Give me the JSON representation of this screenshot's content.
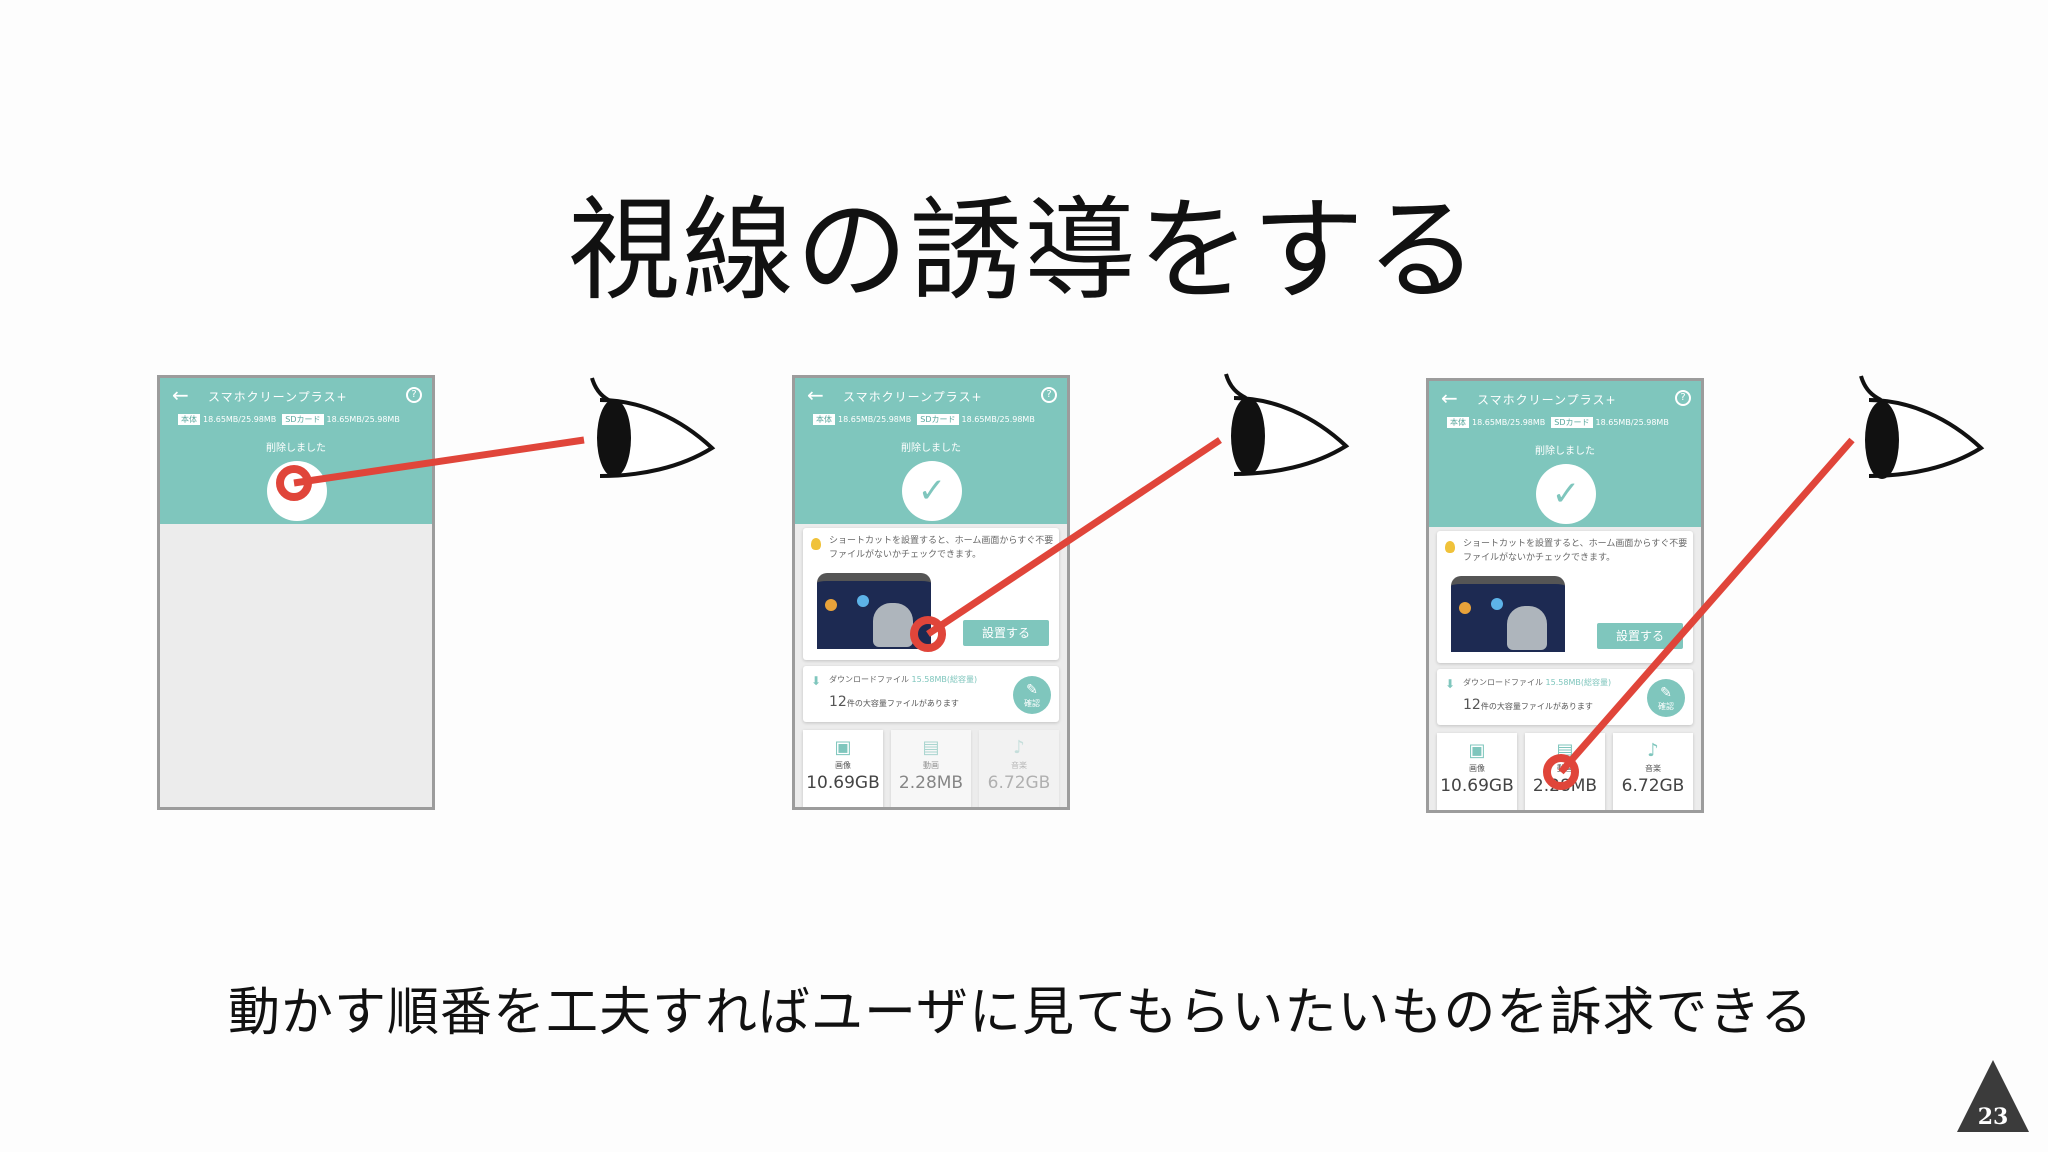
{
  "title": "視線の誘導をする",
  "caption": "動かす順番を工夫すればユーザに見てもらいたいものを訴求できる",
  "page_number": "23",
  "colors": {
    "accent": "#7fc6bd",
    "pointer": "#e0453a",
    "background": "#fdfdfd"
  },
  "icons": [
    "back-arrow-icon",
    "help-icon",
    "check-icon",
    "bulb-icon",
    "download-icon",
    "broom-icon",
    "image-icon",
    "video-icon",
    "music-icon",
    "eye-icon",
    "triangle-badge-icon"
  ],
  "app": {
    "back": "←",
    "title": "スマホクリーンプラス+",
    "help": "?",
    "storage": {
      "internal_tag": "本体",
      "internal_value": "18.65MB/25.98MB",
      "sd_tag": "SDカード",
      "sd_value": "18.65MB/25.98MB"
    },
    "deleted": "削除しました",
    "check": "✓",
    "shortcut_text": "ショートカットを設置すると、ホーム画面からすぐ不要ファイルがないかチェックできます。",
    "install_button": "設置する",
    "download": {
      "title": "ダウンロードファイル",
      "size": "15.58MB(総容量)",
      "count": "12",
      "count_suffix": "件の大容量ファイルがあります",
      "confirm": "確認"
    },
    "tiles": [
      {
        "icon": "▣",
        "label": "画像",
        "value": "10.69GB"
      },
      {
        "icon": "▤",
        "label": "動画",
        "value": "2.28MB"
      },
      {
        "icon": "♪",
        "label": "音楽",
        "value": "6.72GB"
      }
    ]
  }
}
